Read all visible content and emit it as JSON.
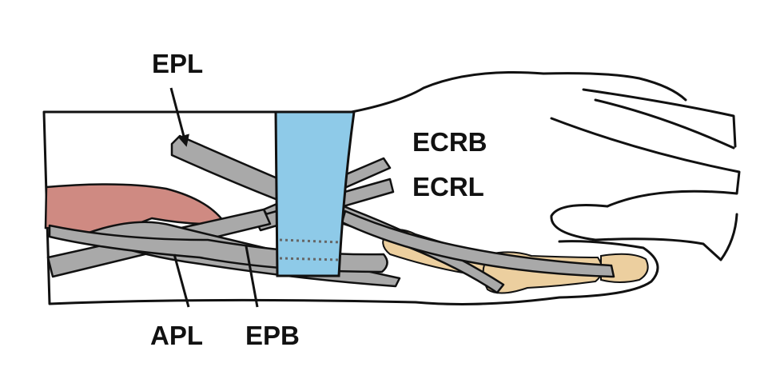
{
  "labels": {
    "epl": "EPL",
    "ecrb": "ECRB",
    "ecrl": "ECRL",
    "apl": "APL",
    "epb": "EPB"
  },
  "colors": {
    "outline": "#111111",
    "tendon": "#a9a9a9",
    "muscle": "#cf8a82",
    "retinaculum": "#8ecae8",
    "bone": "#eccf9f",
    "background": "#ffffff"
  }
}
